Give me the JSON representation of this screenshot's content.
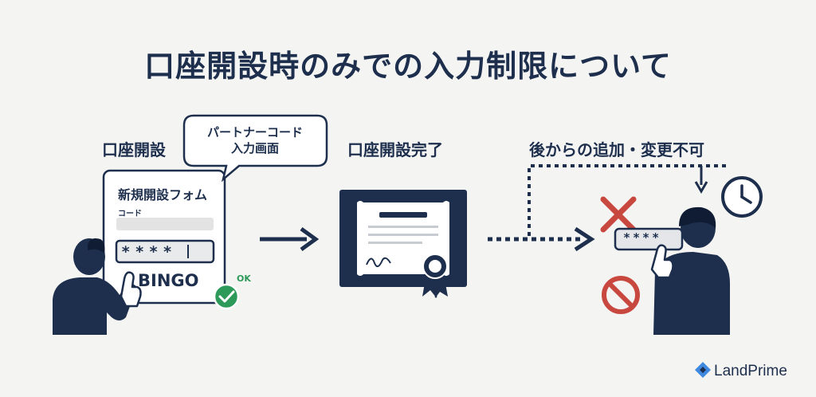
{
  "title": "口座開設時のみでの入力制限について",
  "step1": {
    "label": "口座開設",
    "bubble": [
      "パートナーコード",
      "入力画面"
    ],
    "form_title": "新規開設フォム",
    "field_label": "コード",
    "password_mask": "****",
    "typed_code": "BINGO",
    "ok_label": "OK"
  },
  "step2": {
    "label": "口座開設完了"
  },
  "step3": {
    "label": "後からの追加・変更不可",
    "password_mask": "****"
  },
  "brand": {
    "name": "LandPrime"
  },
  "colors": {
    "navy": "#1d2f4d",
    "green": "#2e9a5a",
    "red": "#c8483f",
    "background": "#f4f4f3"
  },
  "icons": [
    "person-icon",
    "speech-bubble-icon",
    "checkmark-icon",
    "arrow-right-icon",
    "certificate-icon",
    "ribbon-seal-icon",
    "x-mark-icon",
    "prohibited-icon",
    "clock-icon",
    "landprime-logo-icon"
  ]
}
